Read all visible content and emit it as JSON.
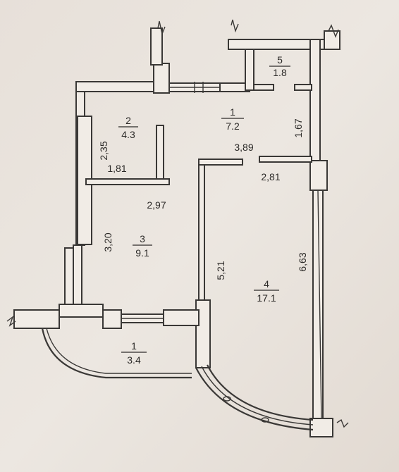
{
  "rooms": [
    {
      "id": "r1",
      "number": "1",
      "area": "7.2"
    },
    {
      "id": "r2",
      "number": "2",
      "area": "4.3"
    },
    {
      "id": "r3",
      "number": "3",
      "area": "9.1"
    },
    {
      "id": "r4",
      "number": "4",
      "area": "17.1"
    },
    {
      "id": "r5",
      "number": "5",
      "area": "1.8"
    },
    {
      "id": "balcony",
      "number": "1",
      "area": "3.4"
    }
  ],
  "dimensions": {
    "d235": "2,35",
    "d181": "1,81",
    "d389": "3,89",
    "d167": "1,67",
    "d281": "2,81",
    "d297": "2,97",
    "d320": "3,20",
    "d521": "5,21",
    "d663": "6,63"
  }
}
